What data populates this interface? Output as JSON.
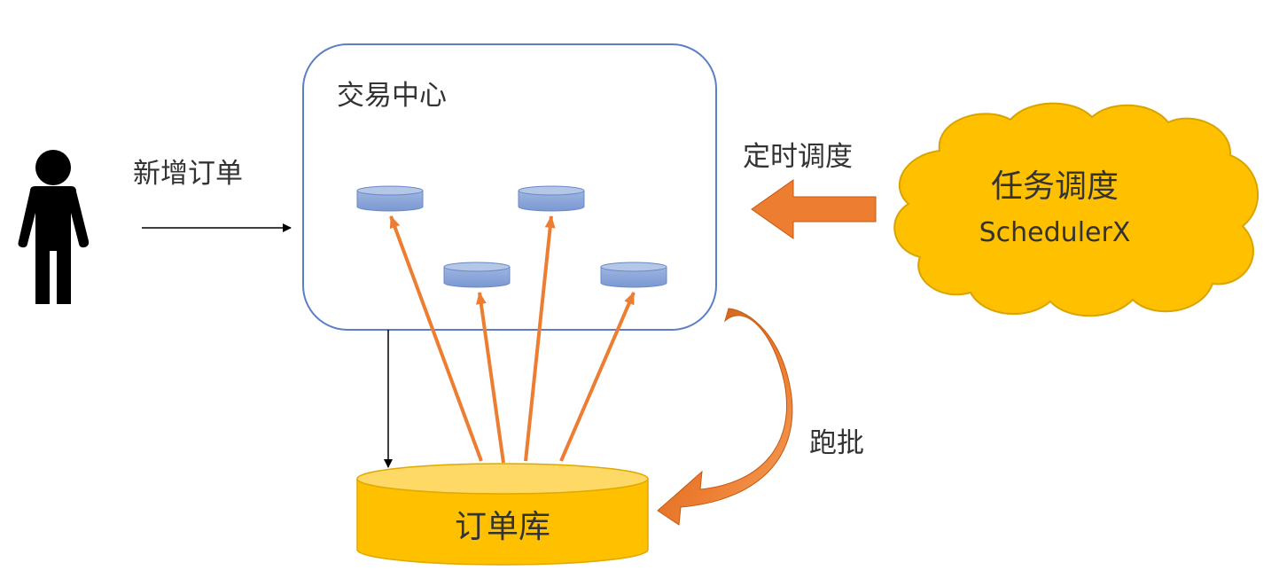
{
  "labels": {
    "new_order": "新增订单",
    "trade_center": "交易中心",
    "scheduled_dispatch": "定时调度",
    "batch_run": "跑批",
    "order_db": "订单库"
  },
  "scheduler": {
    "title": "任务调度",
    "subtitle": "SchedulerX"
  },
  "colors": {
    "box_border": "#5B7FC7",
    "mini_db": "#8EA9DB",
    "orange_arrow": "#ED7D31",
    "cloud_fill": "#FFC000",
    "db_fill": "#FFC000",
    "db_top": "#FFD966"
  },
  "icons": {
    "person": "person-icon",
    "cloud": "cloud-icon",
    "database": "database-icon"
  }
}
